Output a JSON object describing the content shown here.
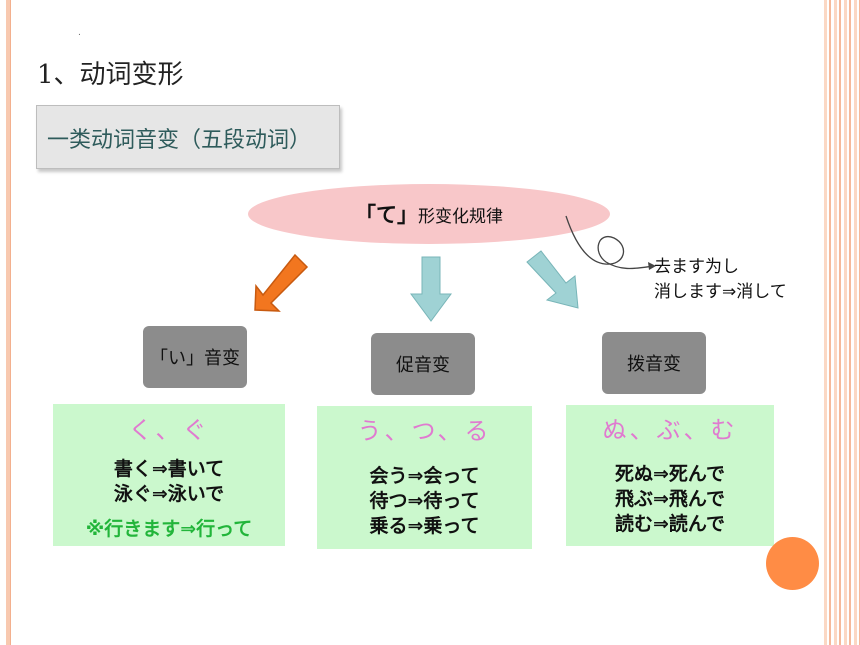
{
  "slide": {
    "dot": ".",
    "title": "1、动词变形",
    "subtitle": "一类动词音变（五段动词）",
    "rule_quote": "「て」",
    "rule_text": "形变化规律",
    "note_line1": "去ます为し",
    "note_line2": "消します⇒消して"
  },
  "groups": [
    {
      "label": "「い」音变",
      "endings": "く、ぐ",
      "examples": [
        "書く⇒書いて",
        "泳ぐ⇒泳いで"
      ],
      "special": "※行きます⇒行って"
    },
    {
      "label": "促音变",
      "endings": "う、つ、る",
      "examples": [
        "会う⇒会って",
        "待つ⇒待って",
        "乗る⇒乗って"
      ]
    },
    {
      "label": "拨音变",
      "endings": "ぬ、ぶ、む",
      "examples": [
        "死ぬ⇒死んで",
        "飛ぶ⇒飛んで",
        "読む⇒読んで"
      ]
    }
  ],
  "colors": {
    "ellipse": "#f8c7c9",
    "green_box": "#cbf8cd",
    "ending_text": "#e07ad0",
    "special_text": "#22b53a",
    "orange_arrow": "#f2761f",
    "teal_arrow": "#9fd2d4",
    "gray_label": "#8c8c8c",
    "accent_circle": "#ff8c45"
  }
}
